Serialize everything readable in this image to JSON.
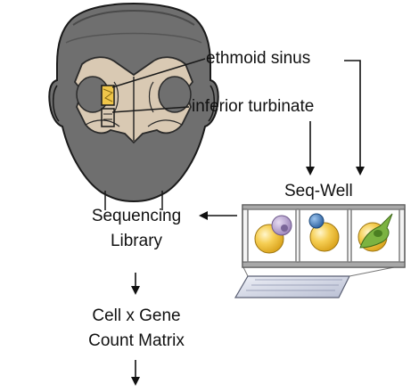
{
  "anatomy_labels": {
    "ethmoid": "ethmoid sinus",
    "turbinate": "inferior turbinate"
  },
  "platform": {
    "name": "Seq-Well",
    "wells": [
      {
        "cell": "macrophage-like cell on bead"
      },
      {
        "cell": "small round cell on bead"
      },
      {
        "cell": "epithelial cell on bead"
      }
    ]
  },
  "workflow": {
    "step1_line1": "Sequencing",
    "step1_line2": "Library",
    "step2_line1": "Cell x Gene",
    "step2_line2": "Count Matrix"
  },
  "colors": {
    "head": "#6f6f6f",
    "sinus_fill": "#d9c9b3",
    "bead": "#f2c23a",
    "cell_purple": "#b9a3cf",
    "cell_blue": "#3c7bbf",
    "cell_green": "#7cb341",
    "well_frame": "#7f7f7f"
  }
}
